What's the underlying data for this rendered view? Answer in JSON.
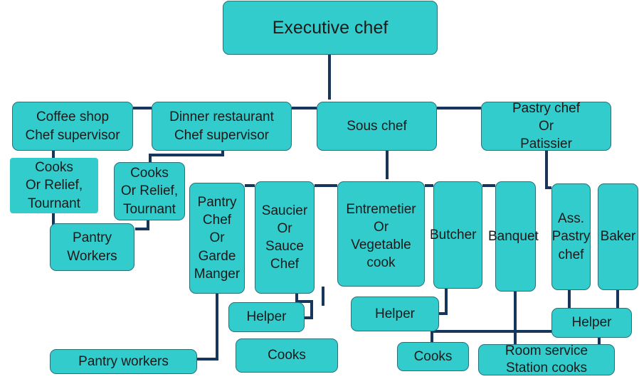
{
  "diagram": {
    "colors": {
      "box_fill": "#33cccc",
      "box_border": "#2a6f7a",
      "connector": "#17365d"
    },
    "nodes": {
      "executive_chef": "Executive chef",
      "coffee_shop": "Coffee shop\nChef supervisor",
      "dinner_restaurant": "Dinner restaurant\nChef supervisor",
      "sous_chef": "Sous chef",
      "pastry_chef": "Pastry chef\nOr\nPatissier",
      "cooks_relief_left": "Cooks\nOr Relief,\nTournant",
      "cooks_relief_mid": "Cooks\nOr Relief,\nTournant",
      "pantry_workers_upper": "Pantry\nWorkers",
      "pantry_chef": "Pantry\nChef\nOr\nGarde\nManger",
      "saucier": "Saucier\nOr\nSauce\nChef",
      "entremetier": "Entremetier\nOr\nVegetable\ncook",
      "butcher": "Butcher",
      "banquet": "Banquet",
      "ass_pastry_chef": "Ass.\nPastry\nchef",
      "baker": "Baker",
      "helper_saucier": "Helper",
      "helper_entremetier": "Helper",
      "helper_pastry": "Helper",
      "pantry_workers_lower": "Pantry workers",
      "cooks_saucier": "Cooks",
      "cooks_banquet": "Cooks",
      "room_service": "Room service\nStation cooks"
    }
  }
}
